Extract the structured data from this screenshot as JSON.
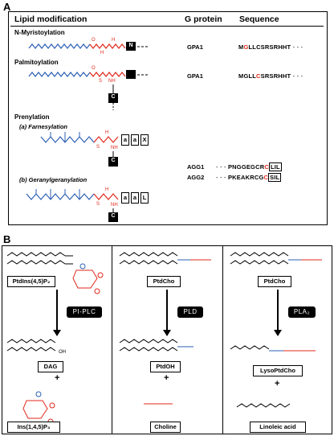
{
  "panel_a": {
    "letter": "A",
    "headers": {
      "modification": "Lipid modification",
      "gprotein": "G protein",
      "sequence": "Sequence"
    },
    "myristoylation": {
      "title": "N-Myristoylation",
      "gprotein": "GPA1",
      "seq_pre": "M",
      "seq_red": "G",
      "seq_post": "LLCSRSRHHT",
      "trail": "- - -",
      "residue": "N"
    },
    "palmitoylation": {
      "title": "Palmitoylation",
      "gprotein": "GPA1",
      "seq_pre": "MGLL",
      "seq_red": "C",
      "seq_post": "SRSRHHT",
      "trail": "- - -",
      "residue": "C"
    },
    "prenylation": {
      "title": "Prenylation",
      "farnesylation": "(a) Farnesylation",
      "geranylgeranylation": "(b) Geranylgeranylation",
      "farnesyl_tail": [
        "a",
        "a",
        "X"
      ],
      "gg_tail": [
        "a",
        "a",
        "L"
      ],
      "residue": "C",
      "agg1": {
        "name": "AGG1",
        "lead": "- - -",
        "pre": "PNGGEGCR",
        "red": "C",
        "box": "LIL"
      },
      "agg2": {
        "name": "AGG2",
        "lead": "- - -",
        "pre": "PKEAKRCG",
        "red": "C",
        "box": "SIL"
      }
    }
  },
  "panel_b": {
    "letter": "B",
    "plc": {
      "substrate": "PtdIns(4,5)P₂",
      "enzyme": "PI-PLC",
      "product1": "DAG",
      "product2": "Ins(1,4,5)P₃"
    },
    "pld": {
      "substrate": "PtdCho",
      "enzyme": "PLD",
      "product1": "PtdOH",
      "product2": "Choline"
    },
    "pla": {
      "substrate": "PtdCho",
      "enzyme": "PLA₂",
      "product1": "LysoPtdCho",
      "product2": "Linoleic acid"
    },
    "plus": "+"
  },
  "colors": {
    "accent_red": "#e0281b",
    "accent_blue": "#2c5fb4",
    "black": "#000000"
  }
}
